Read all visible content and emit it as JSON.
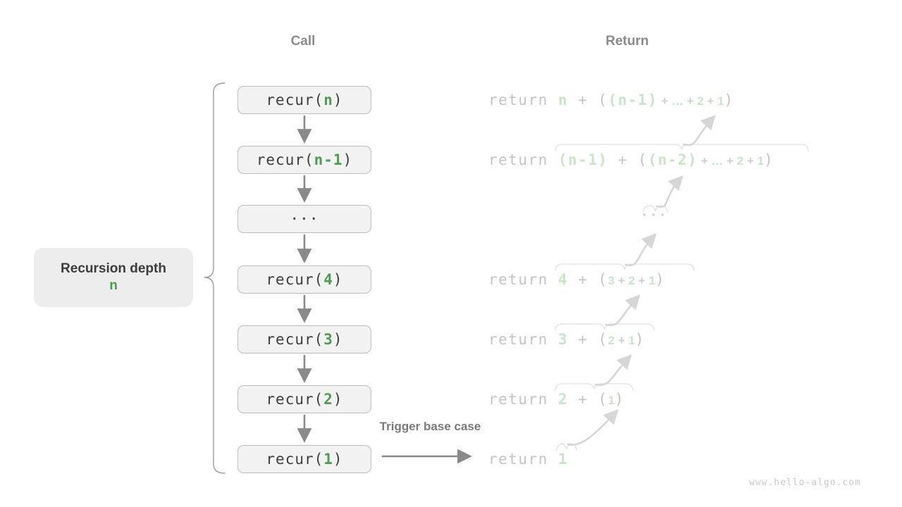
{
  "headers": {
    "call": "Call",
    "return": "Return"
  },
  "depth_label": {
    "title": "Recursion depth",
    "value": "n"
  },
  "trigger_label": "Trigger base case",
  "watermark": "www.hello-algo.com",
  "colors": {
    "accent_green": "#4f9b53",
    "pale_green": "#cbe3cb",
    "pale_teal": "#bfdde3",
    "code_dark": "#3d3d3d",
    "muted_text": "#c4c4c4",
    "header_gray": "#8b8b8b",
    "box_fill": "#f1f2f1",
    "box_border": "#bcbcbc",
    "dark_arrow": "#8a8a8a",
    "light_arrow": "#d6d6d6"
  },
  "call_stack": [
    {
      "segments": [
        {
          "t": "recur(",
          "c": "code"
        },
        {
          "t": "n",
          "c": "code-green"
        },
        {
          "t": ")",
          "c": "code"
        }
      ]
    },
    {
      "segments": [
        {
          "t": "recur(",
          "c": "code"
        },
        {
          "t": "n-1",
          "c": "code-green"
        },
        {
          "t": ")",
          "c": "code"
        }
      ]
    },
    {
      "segments": [
        {
          "t": "···",
          "c": "code"
        }
      ]
    },
    {
      "segments": [
        {
          "t": "recur(",
          "c": "code"
        },
        {
          "t": "4",
          "c": "code-green"
        },
        {
          "t": ")",
          "c": "code"
        }
      ]
    },
    {
      "segments": [
        {
          "t": "recur(",
          "c": "code"
        },
        {
          "t": "3",
          "c": "code-green"
        },
        {
          "t": ")",
          "c": "code"
        }
      ]
    },
    {
      "segments": [
        {
          "t": "recur(",
          "c": "code"
        },
        {
          "t": "2",
          "c": "code-green"
        },
        {
          "t": ")",
          "c": "code"
        }
      ]
    },
    {
      "segments": [
        {
          "t": "recur(",
          "c": "code"
        },
        {
          "t": "1",
          "c": "code-green"
        },
        {
          "t": ")",
          "c": "code"
        }
      ]
    }
  ],
  "returns": [
    {
      "segments": [
        {
          "t": "return ",
          "c": "rg"
        },
        {
          "t": "n",
          "c": "pg"
        },
        {
          "t": " + (",
          "c": "rg"
        },
        {
          "t": "(n-1)",
          "c": "pg"
        },
        {
          "t": " + ",
          "c": "gs"
        },
        {
          "t": "…",
          "c": "ts"
        },
        {
          "t": " + ",
          "c": "gs"
        },
        {
          "t": "2",
          "c": "ns"
        },
        {
          "t": " + ",
          "c": "gs"
        },
        {
          "t": "1",
          "c": "ns"
        },
        {
          "t": ")",
          "c": "rg"
        }
      ]
    },
    {
      "segments": [
        {
          "t": "return ",
          "c": "rg"
        },
        {
          "t": "(n-1)",
          "c": "pg"
        },
        {
          "t": " + (",
          "c": "rg"
        },
        {
          "t": "(n-2)",
          "c": "pg"
        },
        {
          "t": " + ",
          "c": "gs"
        },
        {
          "t": "…",
          "c": "ts"
        },
        {
          "t": " + ",
          "c": "gs"
        },
        {
          "t": "2",
          "c": "ns"
        },
        {
          "t": " + ",
          "c": "gs"
        },
        {
          "t": "1",
          "c": "ns"
        },
        {
          "t": ")",
          "c": "rg"
        }
      ]
    },
    {
      "segments": [
        {
          "t": "···",
          "c": "dots"
        }
      ]
    },
    {
      "segments": [
        {
          "t": "return ",
          "c": "rg"
        },
        {
          "t": "4",
          "c": "pg"
        },
        {
          "t": " + (",
          "c": "rg"
        },
        {
          "t": "3",
          "c": "ns"
        },
        {
          "t": " + ",
          "c": "gs"
        },
        {
          "t": "2",
          "c": "ns"
        },
        {
          "t": " + ",
          "c": "gs"
        },
        {
          "t": "1",
          "c": "ns"
        },
        {
          "t": ")",
          "c": "rg"
        }
      ]
    },
    {
      "segments": [
        {
          "t": "return ",
          "c": "rg"
        },
        {
          "t": "3",
          "c": "pg"
        },
        {
          "t": " + (",
          "c": "rg"
        },
        {
          "t": "2",
          "c": "ns"
        },
        {
          "t": " + ",
          "c": "gs"
        },
        {
          "t": "1",
          "c": "ns"
        },
        {
          "t": ")",
          "c": "rg"
        }
      ]
    },
    {
      "segments": [
        {
          "t": "return ",
          "c": "rg"
        },
        {
          "t": "2",
          "c": "pg"
        },
        {
          "t": " + (",
          "c": "rg"
        },
        {
          "t": "1",
          "c": "ns"
        },
        {
          "t": ")",
          "c": "rg"
        }
      ]
    },
    {
      "segments": [
        {
          "t": "return ",
          "c": "rg"
        },
        {
          "t": "1",
          "c": "pg"
        }
      ]
    }
  ]
}
